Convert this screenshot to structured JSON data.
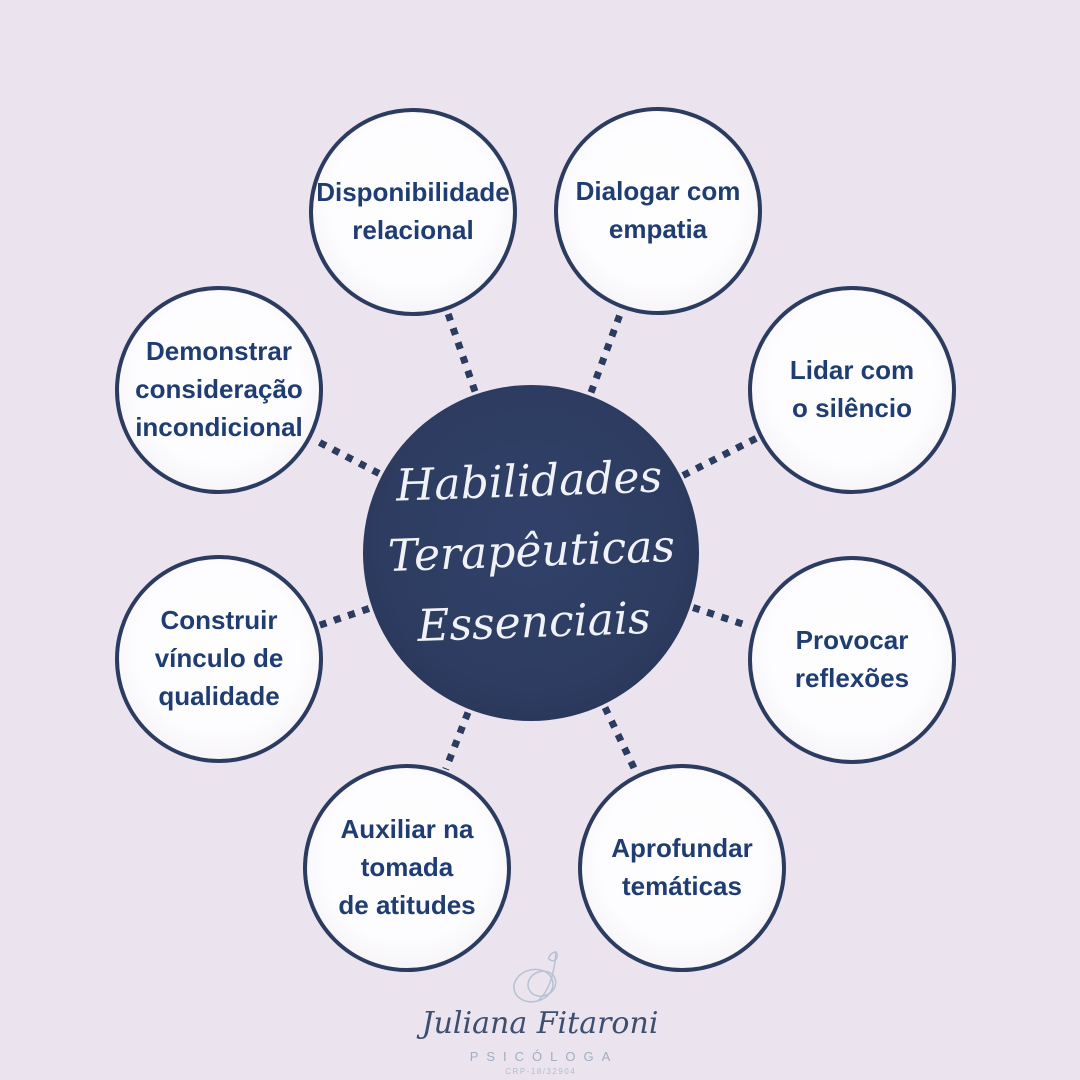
{
  "colors": {
    "background": "#ebe4ef",
    "navy": "#2c3b60",
    "label_text": "#1f3d72",
    "hub_text": "#f1f2f7",
    "footer_muted": "#9eafc2"
  },
  "center": {
    "title": "Habilidades\nTerapêuticas\nEssenciais"
  },
  "nodes": [
    {
      "id": "disponibilidade-relacional",
      "label": "Disponibilidade\nrelacional"
    },
    {
      "id": "dialogar-com-empatia",
      "label": "Dialogar com\nempatia"
    },
    {
      "id": "lidar-com-o-silencio",
      "label": "Lidar com\no silêncio"
    },
    {
      "id": "provocar-reflexoes",
      "label": "Provocar\nreflexões"
    },
    {
      "id": "aprofundar-tematicas",
      "label": "Aprofundar\ntemáticas"
    },
    {
      "id": "auxiliar-na-tomada-de-atitudes",
      "label": "Auxiliar na\ntomada\nde atitudes"
    },
    {
      "id": "construir-vinculo-de-qualidade",
      "label": "Construir\nvínculo de\nqualidade"
    },
    {
      "id": "demonstrar-consideracao-incondicional",
      "label": "Demonstrar\nconsideração\nincondicional"
    }
  ],
  "footer": {
    "name": "Juliana Fitaroni",
    "role": "PSICÓLOGA",
    "license": "CRP-18/32904"
  }
}
